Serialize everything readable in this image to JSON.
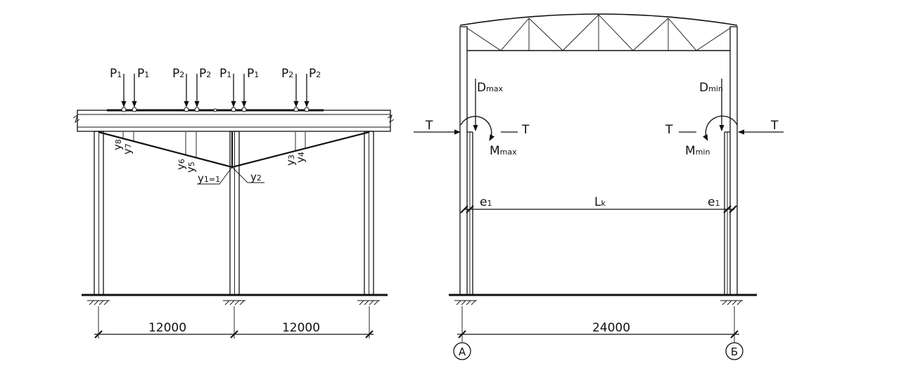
{
  "left_view": {
    "loads": [
      {
        "main": "P",
        "sub": "1"
      },
      {
        "main": "P",
        "sub": "1"
      },
      {
        "main": "P",
        "sub": "2"
      },
      {
        "main": "P",
        "sub": "2"
      },
      {
        "main": "P",
        "sub": "1"
      },
      {
        "main": "P",
        "sub": "1"
      },
      {
        "main": "P",
        "sub": "2"
      },
      {
        "main": "P",
        "sub": "2"
      }
    ],
    "ordinates": [
      {
        "main": "y",
        "sub": "8"
      },
      {
        "main": "y",
        "sub": "7"
      },
      {
        "main": "y",
        "sub": "6"
      },
      {
        "main": "y",
        "sub": "5"
      },
      {
        "main": "y",
        "sub": "3"
      },
      {
        "main": "y",
        "sub": "4"
      }
    ],
    "y1_label": {
      "main": "y",
      "sub": "1=1"
    },
    "y2_label": {
      "main": "y",
      "sub": "2"
    },
    "span_left": "12000",
    "span_right": "12000"
  },
  "right_view": {
    "dmax": {
      "main": "D",
      "sub": "max"
    },
    "dmin": {
      "main": "D",
      "sub": "min"
    },
    "mmax": {
      "main": "M",
      "sub": "max"
    },
    "mmin": {
      "main": "M",
      "sub": "min"
    },
    "t_label": "T",
    "e1": {
      "main": "e",
      "sub": "1"
    },
    "lk": {
      "main": "L",
      "sub": "k"
    },
    "span": "24000",
    "axis_a": "А",
    "axis_b": "Б"
  }
}
